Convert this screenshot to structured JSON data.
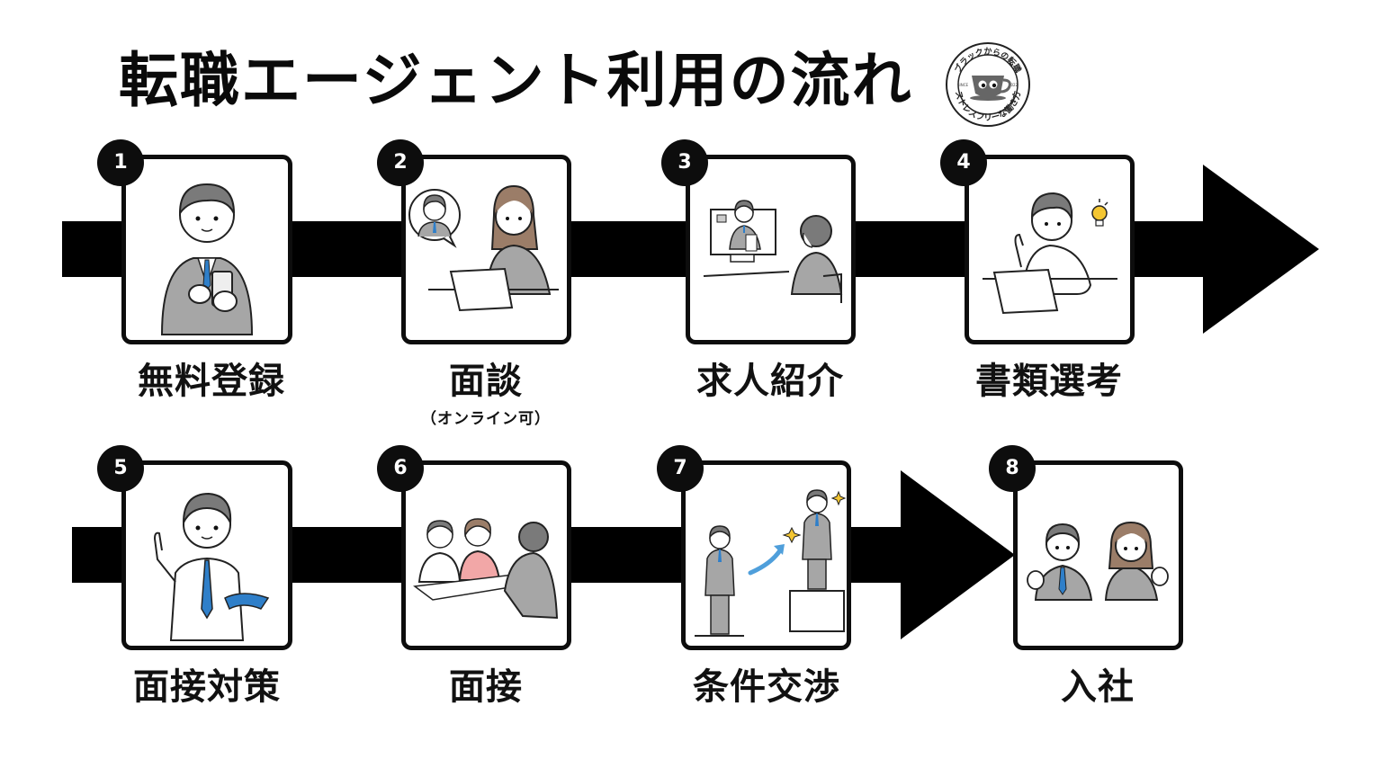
{
  "title": "転職エージェント利用の流れ",
  "stamp": {
    "top_text": "ブラックからの転職",
    "bottom_text": "ストレスフリーな働き方",
    "left_text": "SINCE",
    "right_text": "2022",
    "icon": "coffee-cup-mascot-icon"
  },
  "steps": [
    {
      "number": "1",
      "label": "無料登録",
      "sublabel": "",
      "illustration": "businessman-with-smartphone"
    },
    {
      "number": "2",
      "label": "面談",
      "sublabel": "（オンライン可）",
      "illustration": "online-meeting-with-laptop"
    },
    {
      "number": "3",
      "label": "求人紹介",
      "sublabel": "",
      "illustration": "video-call-job-introduction"
    },
    {
      "number": "4",
      "label": "書類選考",
      "sublabel": "",
      "illustration": "person-at-laptop-with-lightbulb"
    },
    {
      "number": "5",
      "label": "面接対策",
      "sublabel": "",
      "illustration": "man-pointing-with-book"
    },
    {
      "number": "6",
      "label": "面接",
      "sublabel": "",
      "illustration": "interview-at-table"
    },
    {
      "number": "7",
      "label": "条件交渉",
      "sublabel": "",
      "illustration": "man-stepping-up-on-pedestal"
    },
    {
      "number": "8",
      "label": "入社",
      "sublabel": "",
      "illustration": "man-and-woman-cheering"
    }
  ],
  "colors": {
    "ink": "#0d0d0d",
    "suit_gray": "#a6a6a6",
    "hair_gray": "#7a7a7a",
    "tie_blue": "#2f7fc9",
    "hair_brown": "#9b7d68",
    "pink_shirt": "#f2a7a7",
    "bulb_yellow": "#f4c632",
    "arrow_blue": "#4f9fdb"
  }
}
